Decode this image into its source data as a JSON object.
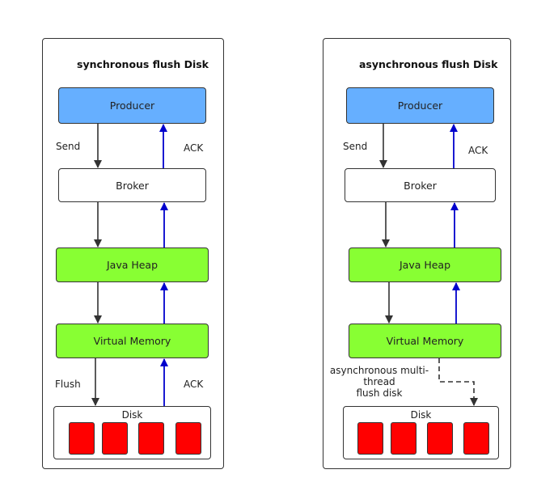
{
  "colors": {
    "producer": "#66afff",
    "memory_green": "#88ff33",
    "disk_block": "#ff0000",
    "send_arrow": "#333333",
    "ack_arrow": "#0000cc"
  },
  "left": {
    "title": "synchronous flush Disk",
    "producer": "Producer",
    "broker": "Broker",
    "java_heap": "Java Heap",
    "virtual_memory": "Virtual Memory",
    "disk": "Disk",
    "send_label": "Send",
    "ack_top_label": "ACK",
    "flush_label": "Flush",
    "ack_bottom_label": "ACK"
  },
  "right": {
    "title": "asynchronous flush Disk",
    "producer": "Producer",
    "broker": "Broker",
    "java_heap": "Java Heap",
    "virtual_memory": "Virtual Memory",
    "disk": "Disk",
    "send_label": "Send",
    "ack_label": "ACK",
    "async_line1": "asynchronous multi-",
    "async_line2": "thread",
    "async_line3": "flush disk"
  }
}
